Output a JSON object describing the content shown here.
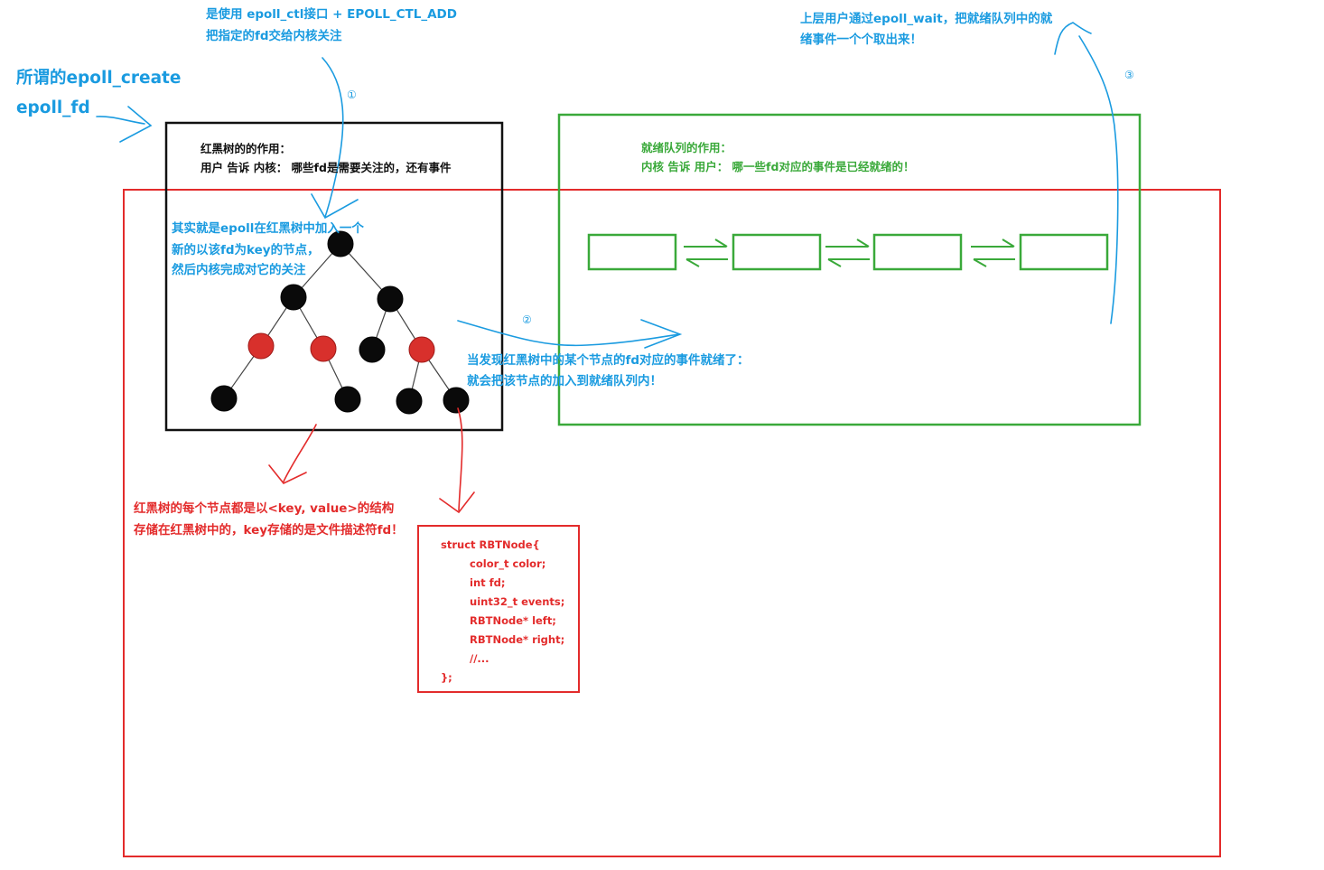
{
  "labels": {
    "step1_line1": "是使用 epoll_ctl接口 + EPOLL_CTL_ADD",
    "step1_line2": "把指定的fd交给内核关注",
    "epoll_create": "所谓的epoll_create",
    "epoll_fd": "epoll_fd",
    "step3_line1": "上层用户通过epoll_wait，把就绪队列中的就",
    "step3_line2": "绪事件一个个取出来！",
    "rb_role_title": "红黑树的的作用：",
    "rb_role_desc": "用户 告诉 内核：  哪些fd是需要关注的，还有事件",
    "add_line1": "其实就是epoll在红黑树中加入一个",
    "add_line2": "新的以该fd为key的节点，",
    "add_line3": "然后内核完成对它的关注",
    "ready_role_title": "就绪队列的作用：",
    "ready_role_desc": "内核 告诉 用户：  哪一些fd对应的事件是已经就绪的！",
    "step2_line1": "当发现红黑树中的某个节点的fd对应的事件就绪了：",
    "step2_line2": "就会把该节点的加入到就绪队列内！",
    "node_line1": "红黑树的每个节点都是以<key, value>的结构",
    "node_line2": "存储在红黑树中的，key存储的是文件描述符fd！"
  },
  "markers": {
    "one": "①",
    "two": "②",
    "three": "③"
  },
  "code": {
    "lines": [
      "struct RBTNode{",
      "        color_t color;",
      "        int fd;",
      "        uint32_t events;",
      "        RBTNode* left;",
      "        RBTNode* right;",
      "        //...",
      "};"
    ]
  },
  "tree": {
    "node_colors": [
      "black",
      "black",
      "black",
      "red",
      "red",
      "black",
      "red",
      "black",
      "black",
      "black",
      "black"
    ]
  },
  "ready_queue": {
    "node_count": 4
  },
  "colors": {
    "blue": "#1a9be0",
    "green": "#3aa93a",
    "red": "#e32b2b",
    "black": "#111111"
  }
}
